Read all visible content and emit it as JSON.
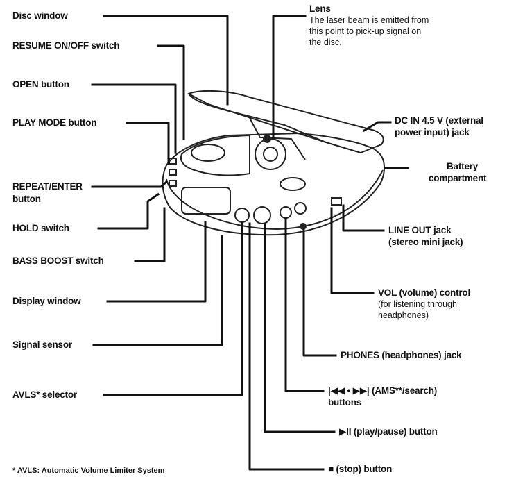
{
  "labels": {
    "disc_window": "Disc window",
    "resume_switch": "RESUME ON/OFF switch",
    "open_button": "OPEN button",
    "play_mode_button": "PLAY MODE button",
    "repeat_enter_line1": "REPEAT/ENTER",
    "repeat_enter_line2": "button",
    "hold_switch": "HOLD switch",
    "bass_boost_switch": "BASS BOOST switch",
    "display_window": "Display window",
    "signal_sensor": "Signal sensor",
    "avls_selector": "AVLS* selector",
    "lens_title": "Lens",
    "lens_desc_1": "The laser beam is emitted from",
    "lens_desc_2": "this point to pick-up signal on",
    "lens_desc_3": "the disc.",
    "dc_in_1": "DC IN 4.5 V (external",
    "dc_in_2": "power input) jack",
    "battery_1": "Battery",
    "battery_2": "compartment",
    "line_out_1": "LINE OUT jack",
    "line_out_2": "(stereo mini jack)",
    "vol_title": "VOL (volume) control",
    "vol_desc_1": "(for listening through",
    "vol_desc_2": "headphones)",
    "phones_jack": "PHONES (headphones) jack",
    "ams_1": "|◀◀ • ▶▶| (AMS**/search)",
    "ams_2": "buttons",
    "play_pause": "▶II (play/pause) button",
    "stop": "■ (stop) button",
    "footnote": "* AVLS: Automatic Volume Limiter System"
  }
}
